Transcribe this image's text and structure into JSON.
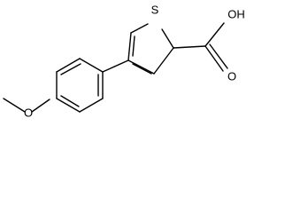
{
  "molecule": {
    "atoms": {
      "sulfur": "S",
      "acid_hydroxyl": "OH",
      "acid_carbonyl_oxygen": "O",
      "ether_oxygen": "O"
    }
  }
}
